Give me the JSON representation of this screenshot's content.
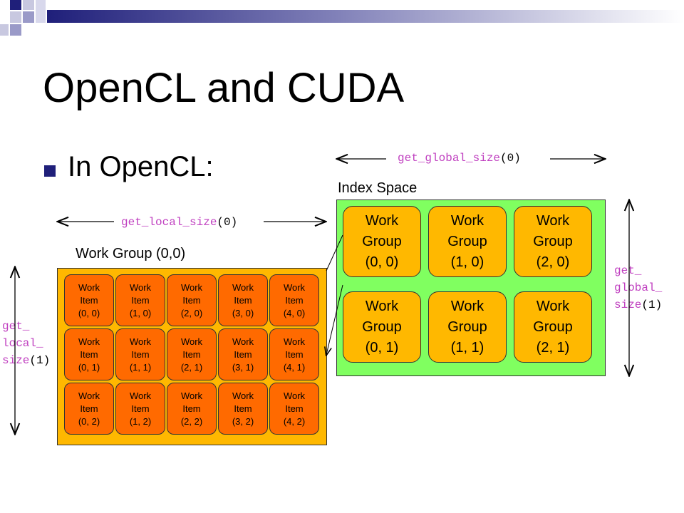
{
  "slide": {
    "title": "OpenCL and CUDA",
    "bullet": "In OpenCL:"
  },
  "labels": {
    "global_size_x": {
      "fn": "get_global_size",
      "arg": "(0)"
    },
    "global_size_y": {
      "line1": "get_",
      "line2": "global_",
      "fn3": "size",
      "arg": "(1)"
    },
    "local_size_x": {
      "fn": "get_local_size",
      "arg": "(0)"
    },
    "local_size_y": {
      "line1": "get_",
      "line2": "local_",
      "fn3": "size",
      "arg": "(1)"
    },
    "index_space": "Index Space",
    "work_group_caption": "Work Group (0,0)"
  },
  "work_groups": [
    {
      "l1": "Work",
      "l2": "Group",
      "l3": "(0, 0)"
    },
    {
      "l1": "Work",
      "l2": "Group",
      "l3": "(1, 0)"
    },
    {
      "l1": "Work",
      "l2": "Group",
      "l3": "(2, 0)"
    },
    {
      "l1": "Work",
      "l2": "Group",
      "l3": "(0, 1)"
    },
    {
      "l1": "Work",
      "l2": "Group",
      "l3": "(1, 1)"
    },
    {
      "l1": "Work",
      "l2": "Group",
      "l3": "(2, 1)"
    }
  ],
  "work_items": [
    {
      "l1": "Work",
      "l2": "Item",
      "l3": "(0, 0)"
    },
    {
      "l1": "Work",
      "l2": "Item",
      "l3": "(1, 0)"
    },
    {
      "l1": "Work",
      "l2": "Item",
      "l3": "(2, 0)"
    },
    {
      "l1": "Work",
      "l2": "Item",
      "l3": "(3, 0)"
    },
    {
      "l1": "Work",
      "l2": "Item",
      "l3": "(4, 0)"
    },
    {
      "l1": "Work",
      "l2": "Item",
      "l3": "(0, 1)"
    },
    {
      "l1": "Work",
      "l2": "Item",
      "l3": "(1, 1)"
    },
    {
      "l1": "Work",
      "l2": "Item",
      "l3": "(2, 1)"
    },
    {
      "l1": "Work",
      "l2": "Item",
      "l3": "(3, 1)"
    },
    {
      "l1": "Work",
      "l2": "Item",
      "l3": "(4, 1)"
    },
    {
      "l1": "Work",
      "l2": "Item",
      "l3": "(0, 2)"
    },
    {
      "l1": "Work",
      "l2": "Item",
      "l3": "(1, 2)"
    },
    {
      "l1": "Work",
      "l2": "Item",
      "l3": "(2, 2)"
    },
    {
      "l1": "Work",
      "l2": "Item",
      "l3": "(3, 2)"
    },
    {
      "l1": "Work",
      "l2": "Item",
      "l3": "(4, 2)"
    }
  ],
  "colors": {
    "index_space": "#80ff60",
    "work_group": "#ffb800",
    "work_item": "#ff6a00",
    "code_text": "#c040c0",
    "bullet": "#1f1f7a"
  }
}
